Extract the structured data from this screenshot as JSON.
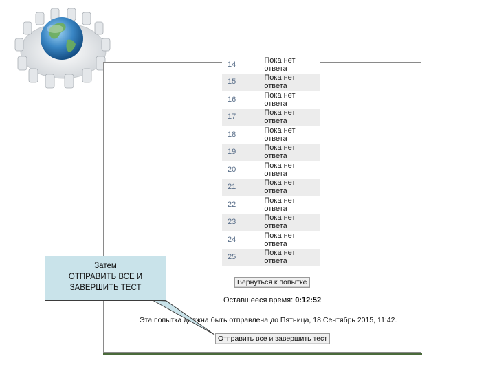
{
  "rows": [
    {
      "num": "14",
      "status": "Пока нет ответа"
    },
    {
      "num": "15",
      "status": "Пока нет ответа"
    },
    {
      "num": "16",
      "status": "Пока нет ответа"
    },
    {
      "num": "17",
      "status": "Пока нет ответа"
    },
    {
      "num": "18",
      "status": "Пока нет ответа"
    },
    {
      "num": "19",
      "status": "Пока нет ответа"
    },
    {
      "num": "20",
      "status": "Пока нет ответа"
    },
    {
      "num": "21",
      "status": "Пока нет ответа"
    },
    {
      "num": "22",
      "status": "Пока нет ответа"
    },
    {
      "num": "23",
      "status": "Пока нет ответа"
    },
    {
      "num": "24",
      "status": "Пока нет ответа"
    },
    {
      "num": "25",
      "status": "Пока нет ответа"
    }
  ],
  "return_button": "Вернуться к попытке",
  "timer": {
    "label": "Оставшееся время",
    "value": "0:12:52"
  },
  "notice": "Эта попытка должна быть отправлена до Пятница, 18 Сентябрь 2015, 11:42.",
  "submit_button": "Отправить все и завершить тест",
  "callout": {
    "line1": "Затем",
    "line2": "ОТПРАВИТЬ ВСЕ И",
    "line3": "ЗАВЕРШИТЬ ТЕСТ"
  },
  "colors": {
    "callout_bg": "#c9e3ea",
    "row_stripe": "#ececec",
    "frame_bottom": "#4a6a3a"
  }
}
